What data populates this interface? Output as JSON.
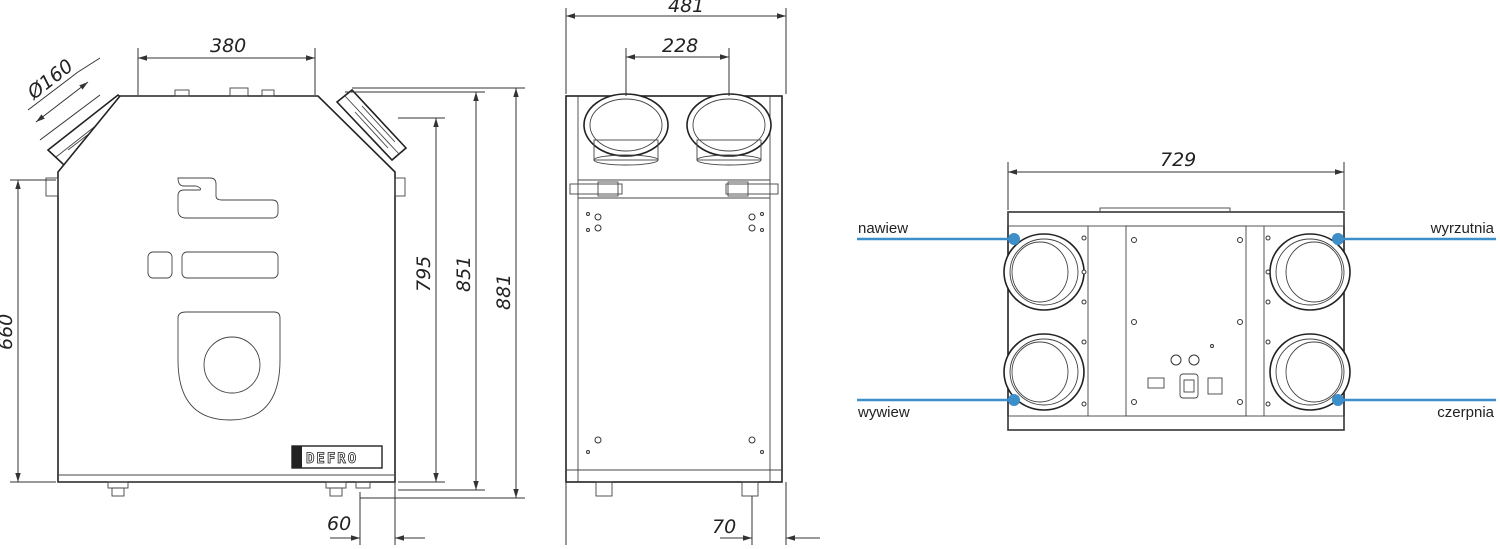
{
  "dimensions": {
    "front_top_width": "380",
    "front_duct_diameter": "Ø160",
    "front_side_height": "660",
    "front_height_795": "795",
    "front_height_851": "851",
    "front_height_881": "881",
    "front_foot_offset": "60",
    "side_total_width": "481",
    "side_duct_spacing": "228",
    "side_foot_offset": "70",
    "bottom_total_width": "729"
  },
  "ports": {
    "top_left": "nawiew",
    "top_right": "wyrzutnia",
    "bottom_left": "wywiew",
    "bottom_right": "czerpnia"
  },
  "brand": "DEFRO",
  "colors": {
    "port_line": "#3d8fc9",
    "outline": "#222222"
  }
}
